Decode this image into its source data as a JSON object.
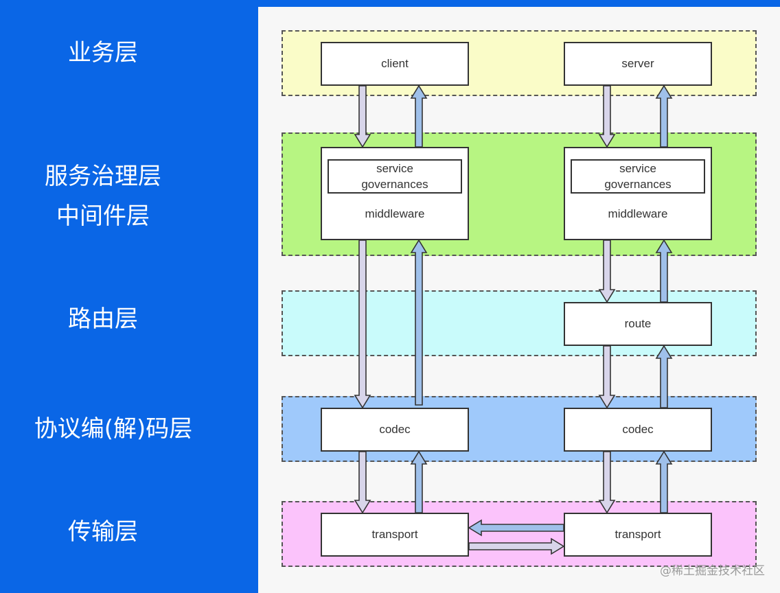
{
  "layers": [
    {
      "label": "业务层",
      "color": "#fafcc8"
    },
    {
      "label": "服务治理层\n中间件层",
      "color": "#b7f582"
    },
    {
      "label": "路由层",
      "color": "#c9fbfb"
    },
    {
      "label": "协议编(解)码层",
      "color": "#9fc9fb"
    },
    {
      "label": "传输层",
      "color": "#fbc3fb"
    }
  ],
  "nodes": {
    "client": "client",
    "server": "server",
    "left_service": "service\ngovernances",
    "left_middleware": "middleware",
    "right_service": "service\ngovernances",
    "right_middleware": "middleware",
    "route": "route",
    "left_codec": "codec",
    "right_codec": "codec",
    "left_transport": "transport",
    "right_transport": "transport"
  },
  "colors": {
    "sidebar": "#0a66e6",
    "down_arrow": "#d8d5ea",
    "up_arrow": "#9fc0ea",
    "border": "#333333"
  },
  "watermark": "@稀土掘金技术社区"
}
